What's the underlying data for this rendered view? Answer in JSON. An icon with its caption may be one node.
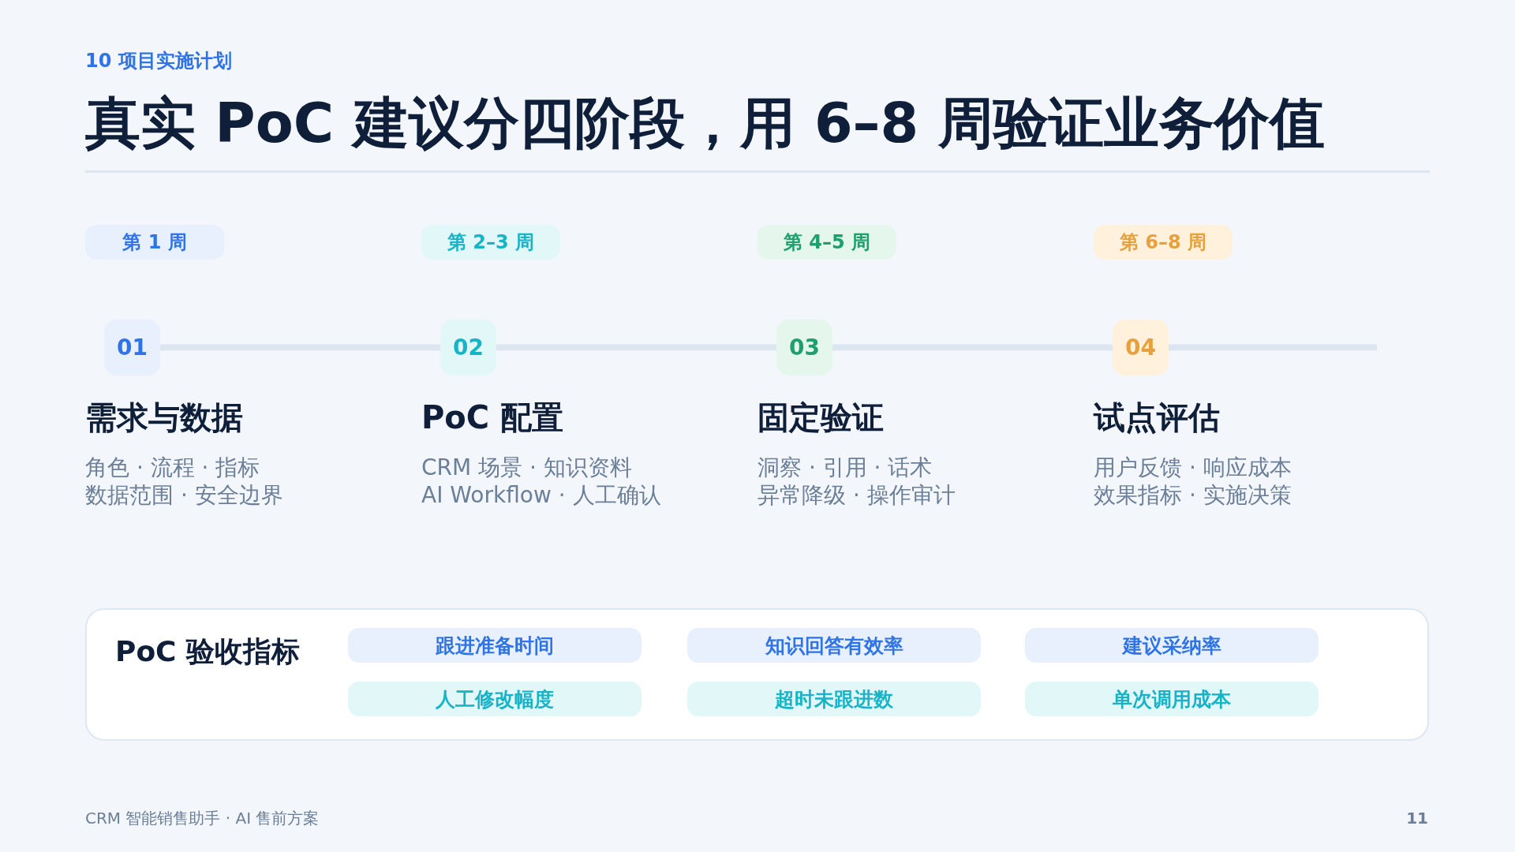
{
  "diagram": {
    "title": "真实 PoC 建议分四阶段，用 6–8 周验证业务价值",
    "nodes": [
      {
        "text": [
          "第 1 周"
        ]
      },
      {
        "text": [
          "第 2–3 周"
        ]
      },
      {
        "text": [
          "第 4–5 周"
        ]
      },
      {
        "text": [
          "第 6–8 周"
        ]
      },
      {
        "text": [
          "01"
        ],
        "beside": [
          "需求与数据",
          "角色 · 流程 · 指标",
          "数据范围 · 安全边界"
        ]
      },
      {
        "text": [
          "02"
        ],
        "beside": [
          "PoC 配置",
          "CRM 场景 · 知识资料",
          "AI Workflow · 人工确认"
        ]
      },
      {
        "text": [
          "03"
        ],
        "beside": [
          "固定验证",
          "洞察 · 引用 · 话术",
          "异常降级 · 操作审计"
        ]
      },
      {
        "text": [
          "04"
        ],
        "beside": [
          "试点评估",
          "用户反馈 · 响应成本",
          "效果指标 · 实施决策"
        ]
      },
      {
        "text": [
          "PoC 验收指标"
        ]
      },
      {
        "text": [
          "跟进准备时间"
        ],
        "in": 8
      },
      {
        "text": [
          "知识回答有效率"
        ],
        "in": 8
      },
      {
        "text": [
          "建议采纳率"
        ],
        "in": 8
      },
      {
        "text": [
          "人工修改幅度"
        ],
        "in": 8
      },
      {
        "text": [
          "超时未跟进数"
        ],
        "in": 8
      },
      {
        "text": [
          "单次调用成本"
        ],
        "in": 8
      }
    ],
    "edges": [
      {
        "from": 4,
        "to": 5,
        "arrow": "none"
      },
      {
        "from": 5,
        "to": 6,
        "arrow": "none"
      },
      {
        "from": 6,
        "to": 7,
        "arrow": "none"
      },
      {
        "from": 7,
        "to": null,
        "arrow": "none"
      }
    ],
    "labels": [
      "10 项目实施计划",
      "CRM 智能销售助手 · AI 售前方案",
      "11"
    ]
  }
}
